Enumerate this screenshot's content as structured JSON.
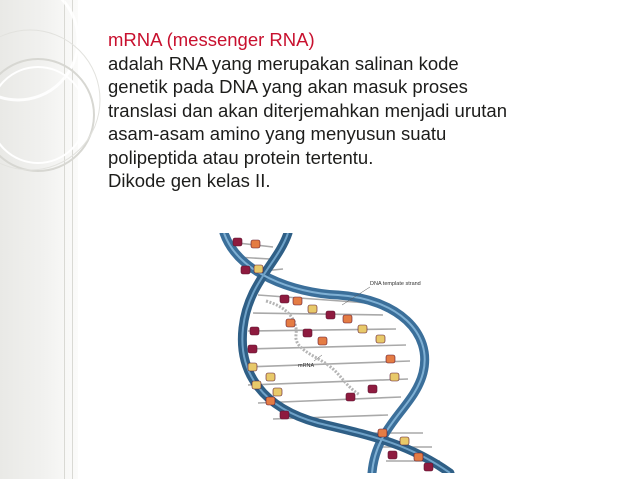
{
  "slide": {
    "title": "mRNA (messenger RNA)",
    "body_lines": [
      "adalah RNA yang merupakan salinan kode",
      "genetik pada DNA yang akan masuk proses",
      "translasi dan akan diterjemahkan menjadi urutan",
      "asam-asam amino yang menyusun suatu",
      "polipeptida atau protein tertentu.",
      "Dikode gen kelas II."
    ]
  },
  "figure": {
    "label_dna": "DNA  template strand",
    "label_mrna": "mRNA"
  },
  "colors": {
    "title": "#c8102e",
    "text": "#1d1d1b",
    "dna_backbone": "#3b6f9a",
    "base_crimson": "#8e1b3f",
    "base_orange": "#e47c44",
    "base_yellow": "#e8c96a"
  }
}
